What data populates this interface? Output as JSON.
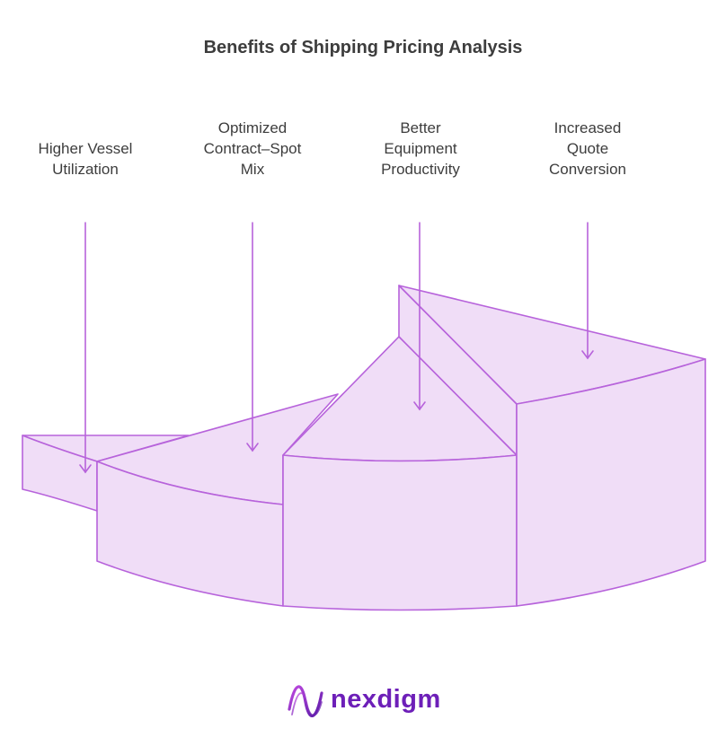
{
  "title": "Benefits of Shipping Pricing Analysis",
  "benefits": [
    {
      "lines": [
        "Higher Vessel",
        "Utilization"
      ]
    },
    {
      "lines": [
        "Optimized",
        "Contract–Spot",
        "Mix"
      ]
    },
    {
      "lines": [
        "Better",
        "Equipment",
        "Productivity"
      ]
    },
    {
      "lines": [
        "Increased",
        "Quote",
        "Conversion"
      ]
    }
  ],
  "logo": {
    "text": "nexdigm",
    "icon": "nexdigm-wave-icon"
  },
  "colors": {
    "fill": "#f0ddf7",
    "stroke": "#b763db",
    "text": "#3d3d3d",
    "brand": "#6d1fb8"
  }
}
